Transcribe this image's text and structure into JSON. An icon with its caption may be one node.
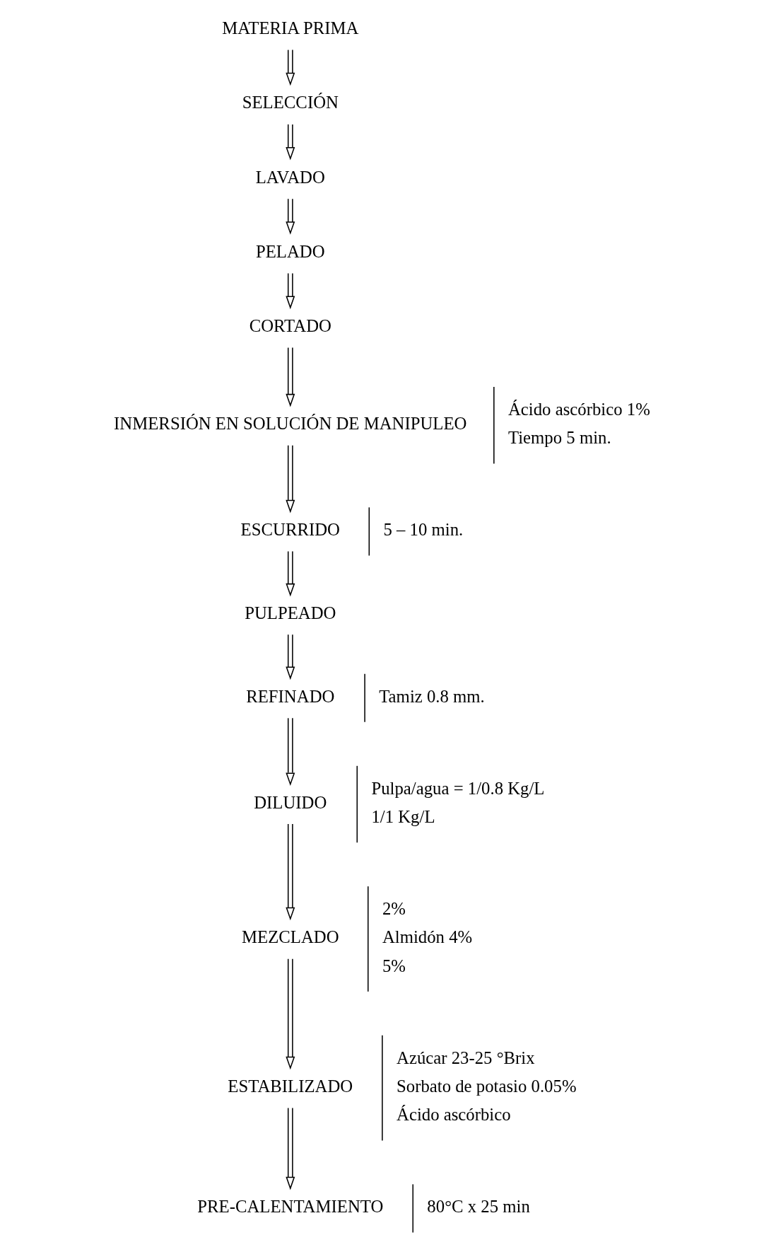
{
  "diagram": {
    "nodes": [
      {
        "text": [
          "MATERIA PRIMA"
        ]
      },
      {
        "text": [
          "SELECCIÓN"
        ]
      },
      {
        "text": [
          "LAVADO"
        ]
      },
      {
        "text": [
          "PELADO"
        ]
      },
      {
        "text": [
          "CORTADO"
        ]
      },
      {
        "text": [
          "INMERSIÓN EN SOLUCIÓN DE MANIPULEO"
        ],
        "beside": [
          "Ácido ascórbico 1%",
          "Tiempo 5 min."
        ]
      },
      {
        "text": [
          "ESCURRIDO"
        ],
        "beside": [
          "5 – 10 min."
        ]
      },
      {
        "text": [
          "PULPEADO"
        ]
      },
      {
        "text": [
          "REFINADO"
        ],
        "beside": [
          "Tamiz 0.8 mm."
        ]
      },
      {
        "text": [
          "DILUIDO"
        ],
        "beside": [
          "Pulpa/agua = 1/0.8 Kg/L",
          "1/1 Kg/L"
        ]
      },
      {
        "text": [
          "MEZCLADO"
        ],
        "beside": [
          "2%",
          "Almidón 4%",
          "5%"
        ]
      },
      {
        "text": [
          "ESTABILIZADO"
        ],
        "beside": [
          "Azúcar 23-25 °Brix",
          "Sorbato de potasio 0.05%",
          "Ácido ascórbico"
        ]
      },
      {
        "text": [
          "PRE-CALENTAMIENTO"
        ],
        "beside": [
          "80°C x 25 min"
        ]
      }
    ],
    "edges": [
      {
        "from": 0,
        "to": 1,
        "arrow": "to"
      },
      {
        "from": 1,
        "to": 2,
        "arrow": "to"
      },
      {
        "from": 2,
        "to": 3,
        "arrow": "to"
      },
      {
        "from": 3,
        "to": 4,
        "arrow": "to"
      },
      {
        "from": 4,
        "to": 5,
        "arrow": "to"
      },
      {
        "from": 5,
        "to": 6,
        "arrow": "to"
      },
      {
        "from": 6,
        "to": 7,
        "arrow": "to"
      },
      {
        "from": 7,
        "to": 8,
        "arrow": "to"
      },
      {
        "from": 8,
        "to": 9,
        "arrow": "to"
      },
      {
        "from": 9,
        "to": 10,
        "arrow": "to"
      },
      {
        "from": 10,
        "to": 11,
        "arrow": "to"
      },
      {
        "from": 11,
        "to": 12,
        "arrow": "to"
      }
    ]
  }
}
